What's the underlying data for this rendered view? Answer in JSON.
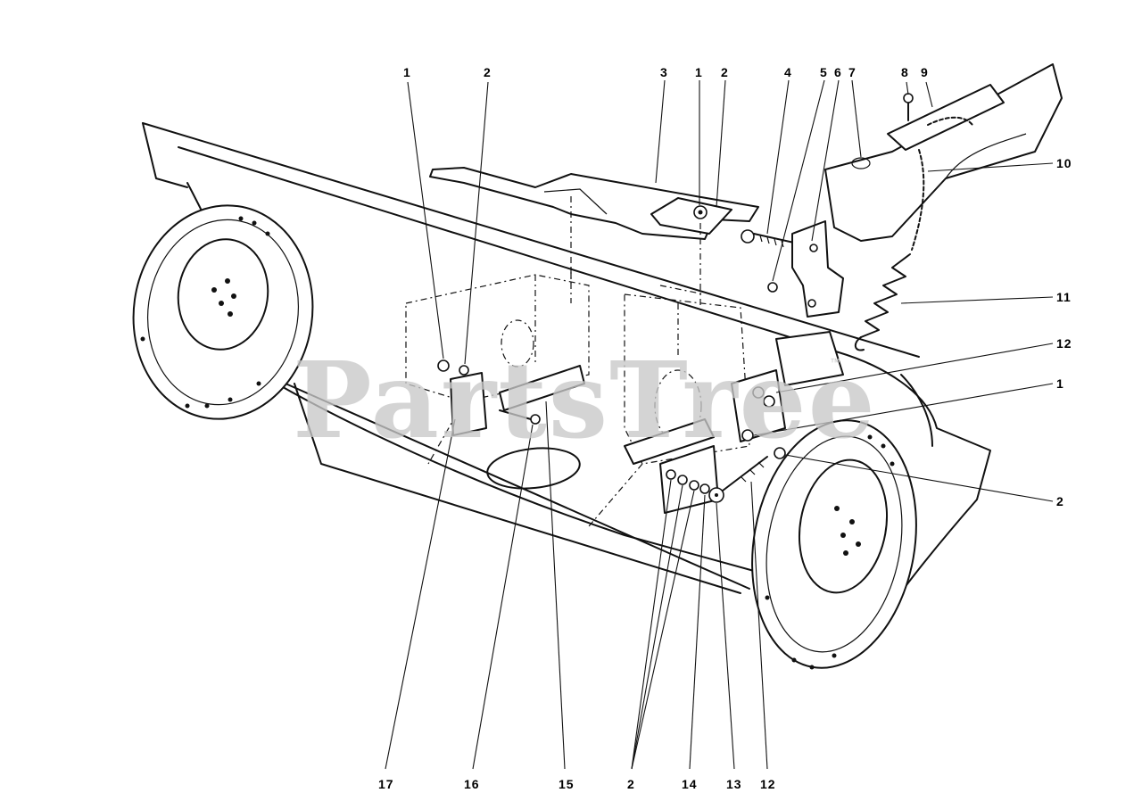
{
  "watermark": {
    "text": "PartsTree",
    "trademark": "™"
  },
  "callouts": [
    {
      "id": "c-1-top",
      "label": "1"
    },
    {
      "id": "c-2-top",
      "label": "2"
    },
    {
      "id": "c-3",
      "label": "3"
    },
    {
      "id": "c-1-mid",
      "label": "1"
    },
    {
      "id": "c-2-mid",
      "label": "2"
    },
    {
      "id": "c-4",
      "label": "4"
    },
    {
      "id": "c-5",
      "label": "5"
    },
    {
      "id": "c-6",
      "label": "6"
    },
    {
      "id": "c-7",
      "label": "7"
    },
    {
      "id": "c-8",
      "label": "8"
    },
    {
      "id": "c-9",
      "label": "9"
    },
    {
      "id": "c-10",
      "label": "10"
    },
    {
      "id": "c-11",
      "label": "11"
    },
    {
      "id": "c-12-right",
      "label": "12"
    },
    {
      "id": "c-1-right",
      "label": "1"
    },
    {
      "id": "c-2-right",
      "label": "2"
    },
    {
      "id": "c-17",
      "label": "17"
    },
    {
      "id": "c-16",
      "label": "16"
    },
    {
      "id": "c-15",
      "label": "15"
    },
    {
      "id": "c-2-bottom",
      "label": "2"
    },
    {
      "id": "c-14",
      "label": "14"
    },
    {
      "id": "c-13",
      "label": "13"
    },
    {
      "id": "c-12-bottom",
      "label": "12"
    }
  ]
}
